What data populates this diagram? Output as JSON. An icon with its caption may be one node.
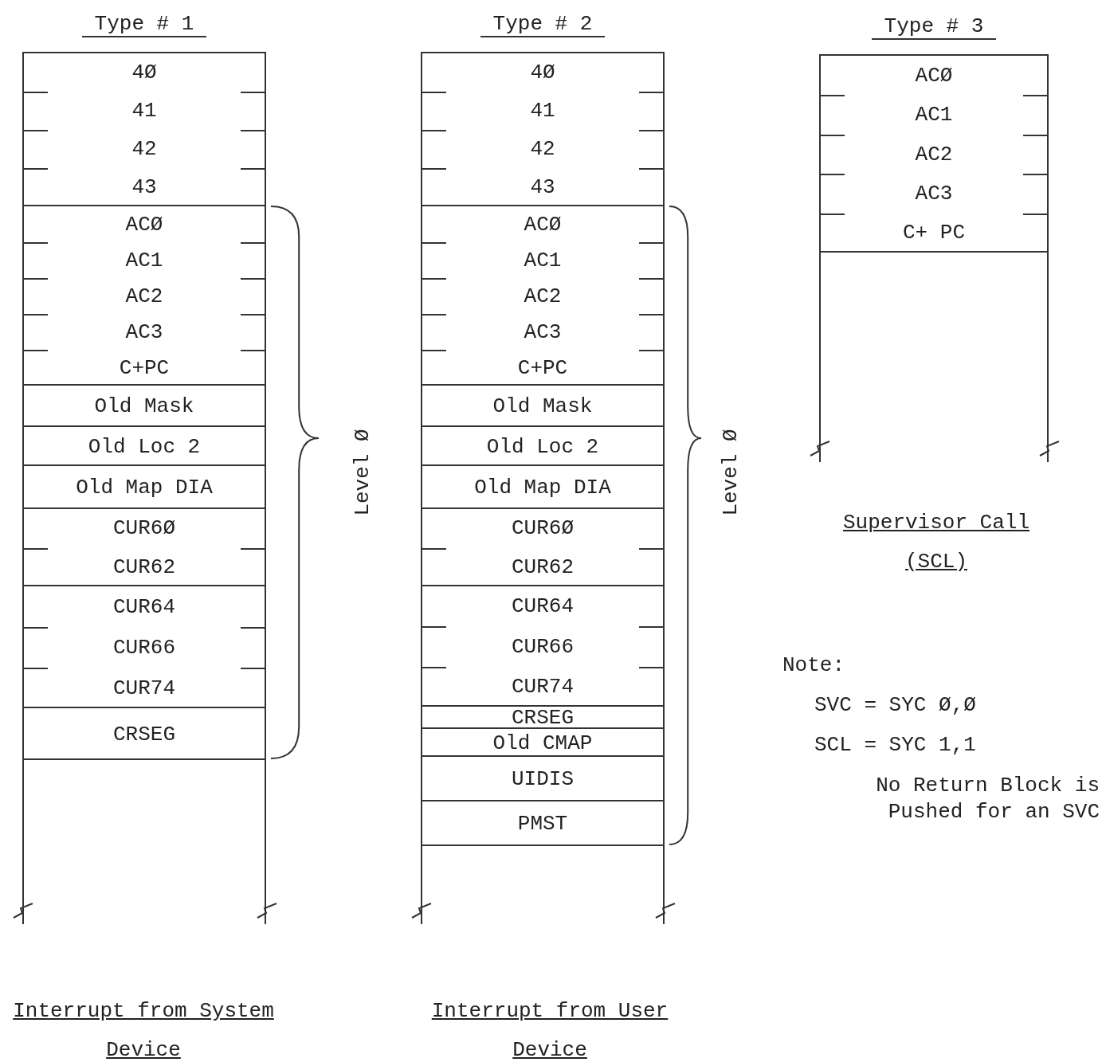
{
  "diagram": {
    "nodes": [
      {
        "text": [
          "Type # 1"
        ],
        "beside": [
          "Interrupt from System Device"
        ]
      },
      {
        "text": [
          "4Ø",
          "41",
          "42",
          "43"
        ],
        "in": 0
      },
      {
        "text": [
          "ACØ",
          "AC1",
          "AC2",
          "AC3",
          "C+PC"
        ],
        "in": 0
      },
      {
        "text": [
          "Old Mask"
        ],
        "in": 0
      },
      {
        "text": [
          "Old Loc 2"
        ],
        "in": 0
      },
      {
        "text": [
          "Old Map DIA"
        ],
        "in": 0
      },
      {
        "text": [
          "CUR6Ø",
          "CUR62"
        ],
        "in": 0
      },
      {
        "text": [
          "CUR64",
          "CUR66",
          "CUR74"
        ],
        "in": 0
      },
      {
        "text": [
          "CRSEG"
        ],
        "in": 0
      },
      {
        "text": [
          "Type # 2"
        ],
        "beside": [
          "Interrupt from User Device"
        ]
      },
      {
        "text": [
          "4Ø",
          "41",
          "42",
          "43"
        ],
        "in": 9
      },
      {
        "text": [
          "ACØ",
          "AC1",
          "AC2",
          "AC3",
          "C+PC"
        ],
        "in": 9
      },
      {
        "text": [
          "Old Mask"
        ],
        "in": 9
      },
      {
        "text": [
          "Old Loc 2"
        ],
        "in": 9
      },
      {
        "text": [
          "Old Map DIA"
        ],
        "in": 9
      },
      {
        "text": [
          "CUR6Ø",
          "CUR62"
        ],
        "in": 9
      },
      {
        "text": [
          "CUR64",
          "CUR66",
          "CUR74"
        ],
        "in": 9
      },
      {
        "text": [
          "CRSEG"
        ],
        "in": 9
      },
      {
        "text": [
          "Old CMAP"
        ],
        "in": 9
      },
      {
        "text": [
          "UIDIS"
        ],
        "in": 9
      },
      {
        "text": [
          "PMST"
        ],
        "in": 9
      },
      {
        "text": [
          "Type # 3"
        ],
        "beside": [
          "Supervisor Call (SCL)"
        ]
      },
      {
        "text": [
          "ACØ",
          "AC1",
          "AC2",
          "AC3",
          "C+ PC"
        ],
        "in": 21
      }
    ],
    "labels": [
      "Level Ø",
      "Level Ø",
      "Note:",
      "SVC = SYC Ø,Ø",
      "SCL = SYC 1,1",
      "No Return Block is Pushed for an SVC"
    ]
  }
}
